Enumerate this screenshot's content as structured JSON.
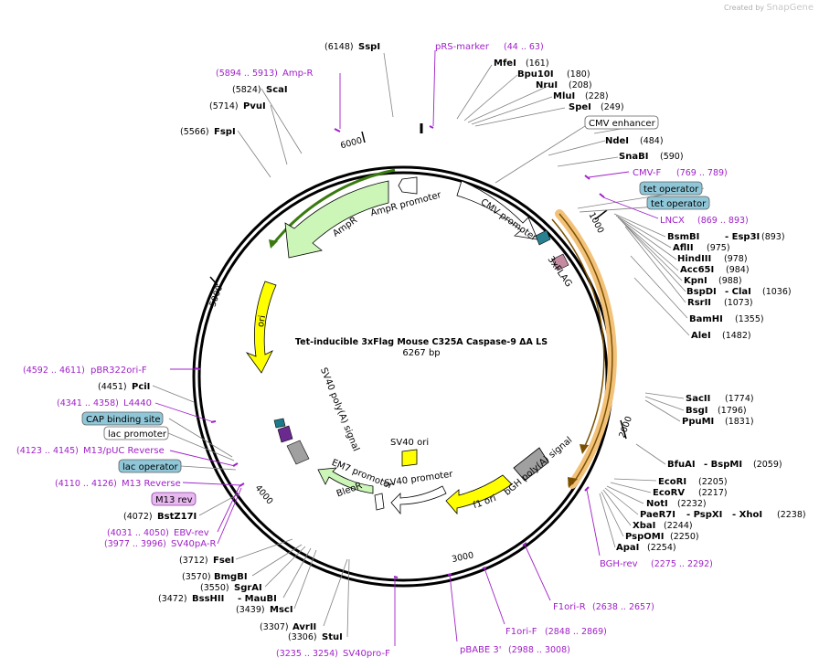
{
  "watermark": {
    "created_by": "Created by",
    "brand": "SnapGene"
  },
  "map": {
    "name": "Tet-inducible 3xFlag Mouse C325A Caspase-9 ΔA LS",
    "length_label": "6267 bp",
    "tick_labels": [
      "1000",
      "2000",
      "3000",
      "4000",
      "5000",
      "6000"
    ]
  },
  "sites_right": [
    {
      "name": "MfeI",
      "pos": "(161)"
    },
    {
      "name": "Bpu10I",
      "pos": "(180)"
    },
    {
      "name": "NruI",
      "pos": "(208)"
    },
    {
      "name": "MluI",
      "pos": "(228)"
    },
    {
      "name": "SpeI",
      "pos": "(249)"
    },
    {
      "name": "NdeI",
      "pos": "(484)"
    },
    {
      "name": "SnaBI",
      "pos": "(590)"
    },
    {
      "name": "BsmBI",
      "name2": "- Esp3I",
      "pos": "(893)"
    },
    {
      "name": "AflII",
      "pos": "(975)"
    },
    {
      "name": "HindIII",
      "pos": "(978)"
    },
    {
      "name": "Acc65I",
      "pos": "(984)"
    },
    {
      "name": "KpnI",
      "pos": "(988)"
    },
    {
      "name": "BspDI",
      "name2": "- ClaI",
      "pos": "(1036)"
    },
    {
      "name": "RsrII",
      "pos": "(1073)"
    },
    {
      "name": "BamHI",
      "pos": "(1355)"
    },
    {
      "name": "AleI",
      "pos": "(1482)"
    },
    {
      "name": "SacII",
      "pos": "(1774)"
    },
    {
      "name": "BsgI",
      "pos": "(1796)"
    },
    {
      "name": "PpuMI",
      "pos": "(1831)"
    },
    {
      "name": "BfuAI",
      "name2": "- BspMI",
      "pos": "(2059)"
    },
    {
      "name": "EcoRI",
      "pos": "(2205)"
    },
    {
      "name": "EcoRV",
      "pos": "(2217)"
    },
    {
      "name": "NotI",
      "pos": "(2232)"
    },
    {
      "name": "PaeR7I",
      "name2": "- PspXI",
      "name3": "- XhoI",
      "pos": "(2238)"
    },
    {
      "name": "XbaI",
      "pos": "(2244)"
    },
    {
      "name": "PspOMI",
      "pos": "(2250)"
    },
    {
      "name": "ApaI",
      "pos": "(2254)"
    }
  ],
  "sites_left": [
    {
      "name": "SspI",
      "pos": "(6148)"
    },
    {
      "name": "ScaI",
      "pos": "(5824)"
    },
    {
      "name": "PvuI",
      "pos": "(5714)"
    },
    {
      "name": "FspI",
      "pos": "(5566)"
    },
    {
      "name": "PciI",
      "pos": "(4451)"
    },
    {
      "name": "BstZ17I",
      "pos": "(4072)"
    },
    {
      "name": "FseI",
      "pos": "(3712)"
    },
    {
      "name": "BmgBI",
      "pos": "(3570)"
    },
    {
      "name": "SgrAI",
      "pos": "(3550)"
    },
    {
      "name": "BssHII",
      "name2": "- MauBI",
      "pos": "(3472)"
    },
    {
      "name": "MscI",
      "pos": "(3439)"
    },
    {
      "name": "AvrII",
      "pos": "(3307)"
    },
    {
      "name": "StuI",
      "pos": "(3306)"
    }
  ],
  "primers": [
    {
      "name": "pRS-marker",
      "pos": "(44 .. 63)"
    },
    {
      "name": "Amp-R",
      "pos": "(5894 .. 5913)"
    },
    {
      "name": "CMV-F",
      "pos": "(769 .. 789)"
    },
    {
      "name": "LNCX",
      "pos": "(869 .. 893)"
    },
    {
      "name": "pBR322ori-F",
      "pos": "(4592 .. 4611)"
    },
    {
      "name": "L4440",
      "pos": "(4341 .. 4358)"
    },
    {
      "name": "M13/pUC Reverse",
      "pos": "(4123 .. 4145)"
    },
    {
      "name": "M13 Reverse",
      "pos": "(4110 .. 4126)"
    },
    {
      "name": "EBV-rev",
      "pos": "(4031 .. 4050)"
    },
    {
      "name": "SV40pA-R",
      "pos": "(3977 .. 3996)"
    },
    {
      "name": "SV40pro-F",
      "pos": "(3235 .. 3254)"
    },
    {
      "name": "pBABE 3'",
      "pos": "(2988 .. 3008)"
    },
    {
      "name": "F1ori-F",
      "pos": "(2848 .. 2869)"
    },
    {
      "name": "F1ori-R",
      "pos": "(2638 .. 2657)"
    },
    {
      "name": "BGH-rev",
      "pos": "(2275 .. 2292)"
    }
  ],
  "boxed_features": {
    "cmv_enhancer": "CMV enhancer",
    "tet_operator_1": "tet operator",
    "tet_operator_2": "tet operator",
    "cap_binding_site": "CAP binding site",
    "lac_promoter": "lac promoter",
    "lac_operator": "lac operator",
    "m13_rev": "M13 rev"
  },
  "inner_features": {
    "ampr": "AmpR",
    "ampr_promoter": "AmpR promoter",
    "cmv_promoter": "CMV promoter",
    "flag": "3xFLAG",
    "ori": "ori",
    "sv40_polya": "SV40 poly(A) signal",
    "sv40_ori": "SV40 ori",
    "sv40_promoter": "SV40 promoter",
    "em7_promoter": "EM7 promoter",
    "bleor": "BleoR",
    "f1_ori": "f1 ori",
    "bgh_polya": "bGH poly(A) signal"
  },
  "colors": {
    "primer": "#a020c8",
    "ampr_fill": "#ccf5b8",
    "ori_fill": "#ffff00",
    "orf_highlight": "#f3c27a",
    "tet_operator_fill": "#8fc7d8",
    "m13_fill": "#e8b8f0",
    "promoter_fill": "#ffffff",
    "polya_fill": "#a0a0a0"
  }
}
